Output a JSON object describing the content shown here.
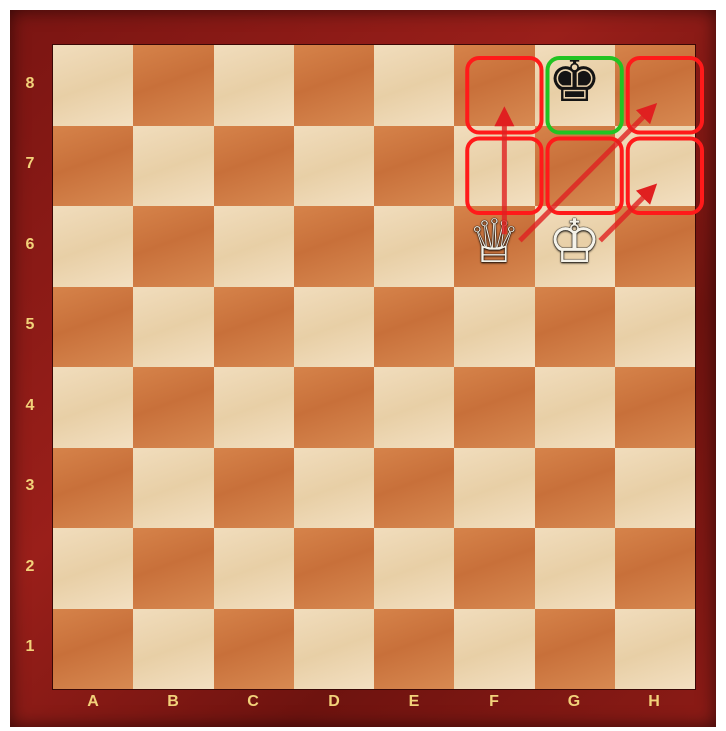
{
  "board": {
    "files": [
      "A",
      "B",
      "C",
      "D",
      "E",
      "F",
      "G",
      "H"
    ],
    "ranks": [
      "8",
      "7",
      "6",
      "5",
      "4",
      "3",
      "2",
      "1"
    ],
    "pieces": [
      {
        "square": "g8",
        "piece": "king",
        "color": "black",
        "glyph": "♚"
      },
      {
        "square": "f6",
        "piece": "queen",
        "color": "white",
        "glyph": "♕"
      },
      {
        "square": "g6",
        "piece": "king",
        "color": "white",
        "glyph": "♔"
      }
    ],
    "highlights": {
      "green": [
        "g8"
      ],
      "red": [
        "f8",
        "h8",
        "f7",
        "g7",
        "h7"
      ]
    },
    "arrows": [
      {
        "from": "f6",
        "to": "f8"
      },
      {
        "from": "f6",
        "to": "h8"
      },
      {
        "from": "g6",
        "to": "h7"
      }
    ],
    "colors": {
      "light_square": "#f1ddbd",
      "dark_square": "#c8703a",
      "frame": "#8c1b16",
      "label": "#f2d27a",
      "highlight_red": "#ff1a1a",
      "highlight_green": "#22c322",
      "arrow": "#e02020"
    }
  }
}
